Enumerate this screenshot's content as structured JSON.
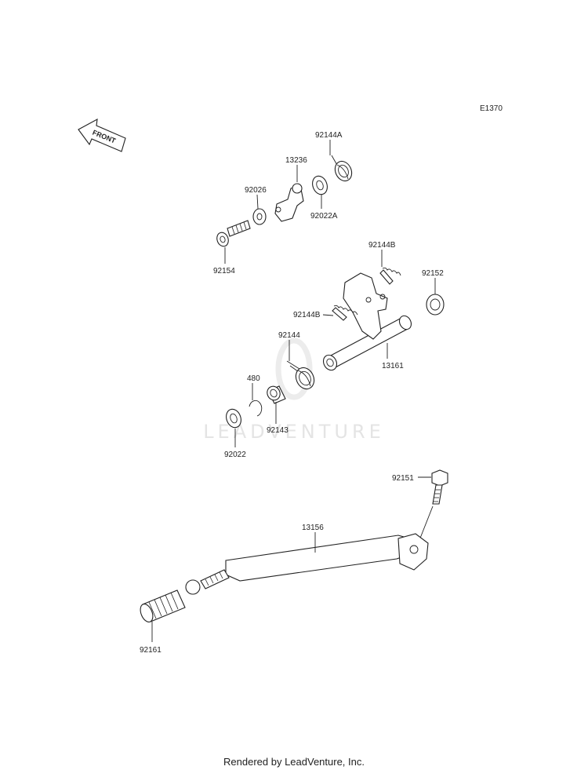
{
  "diagram_code": "E1370",
  "front_label": "FRONT",
  "watermark": "LEADVENTURE",
  "footer": "Rendered by LeadVenture, Inc.",
  "part_labels": {
    "p92144A": "92144A",
    "p13236": "13236",
    "p92026": "92026",
    "p92022A": "92022A",
    "p92154": "92154",
    "p92144B_top": "92144B",
    "p92152": "92152",
    "p92144B_mid": "92144B",
    "p92144": "92144",
    "p13161": "13161",
    "p480": "480",
    "p92143": "92143",
    "p92022": "92022",
    "p92151": "92151",
    "p13156": "13156",
    "p92161": "92161"
  }
}
